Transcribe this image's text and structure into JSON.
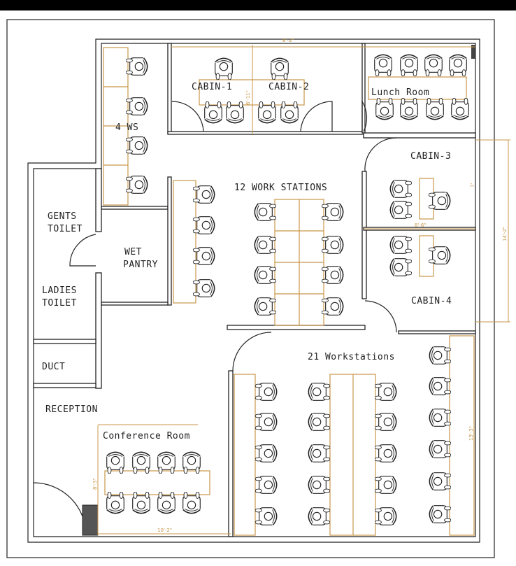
{
  "rooms": {
    "cabin1": "CABIN-1",
    "cabin2": "CABIN-2",
    "lunch_room": "Lunch Room",
    "four_ws": "4 WS",
    "cabin3": "CABIN-3",
    "cabin4": "CABIN-4",
    "twelve_ws": "12 WORK STATIONS",
    "gents_toilet_1": "GENTS",
    "gents_toilet_2": "TOILET",
    "wet_pantry_1": "WET",
    "wet_pantry_2": "PANTRY",
    "ladies_toilet_1": "LADIES",
    "ladies_toilet_2": "TOILET",
    "duct": "DUCT",
    "reception": "RECEPTION",
    "twentyone_ws": "21 Workstations",
    "conference_room": "Conference Room"
  },
  "dimensions": {
    "cabin_width": "8'-3\"",
    "cabin_depth": "6'-11\"",
    "cabin3_depth": "7'",
    "cabin3_width": "8'-6\"",
    "cabins_total": "14'-2\"",
    "workstation_depth": "13'-3\"",
    "conference_width": "10'-2\"",
    "conference_depth": "8'-3\""
  },
  "colors": {
    "walls": "#222222",
    "furniture_outline": "#c8974a",
    "background": "#ffffff"
  }
}
